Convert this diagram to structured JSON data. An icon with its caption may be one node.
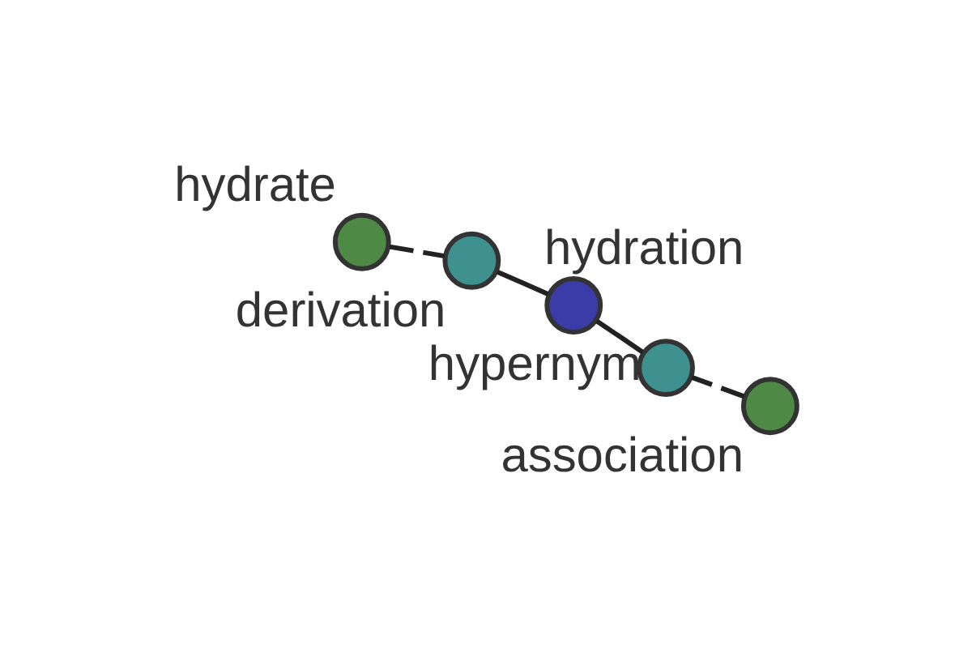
{
  "diagram": {
    "nodes": [
      {
        "text": [
          "hydrate"
        ]
      },
      {
        "text": [
          "association"
        ]
      },
      {
        "text": [
          "hypernym"
        ]
      },
      {
        "text": [
          "derivation"
        ]
      },
      {
        "text": [
          "hydration"
        ]
      }
    ],
    "edges": [
      {
        "from": 0,
        "to": 3,
        "arrow": "none",
        "style": "dashed"
      },
      {
        "from": 1,
        "to": 2,
        "arrow": "none",
        "style": "dashed"
      },
      {
        "from": 2,
        "to": 4,
        "arrow": "none"
      },
      {
        "from": 3,
        "to": 4,
        "arrow": "none"
      }
    ]
  }
}
